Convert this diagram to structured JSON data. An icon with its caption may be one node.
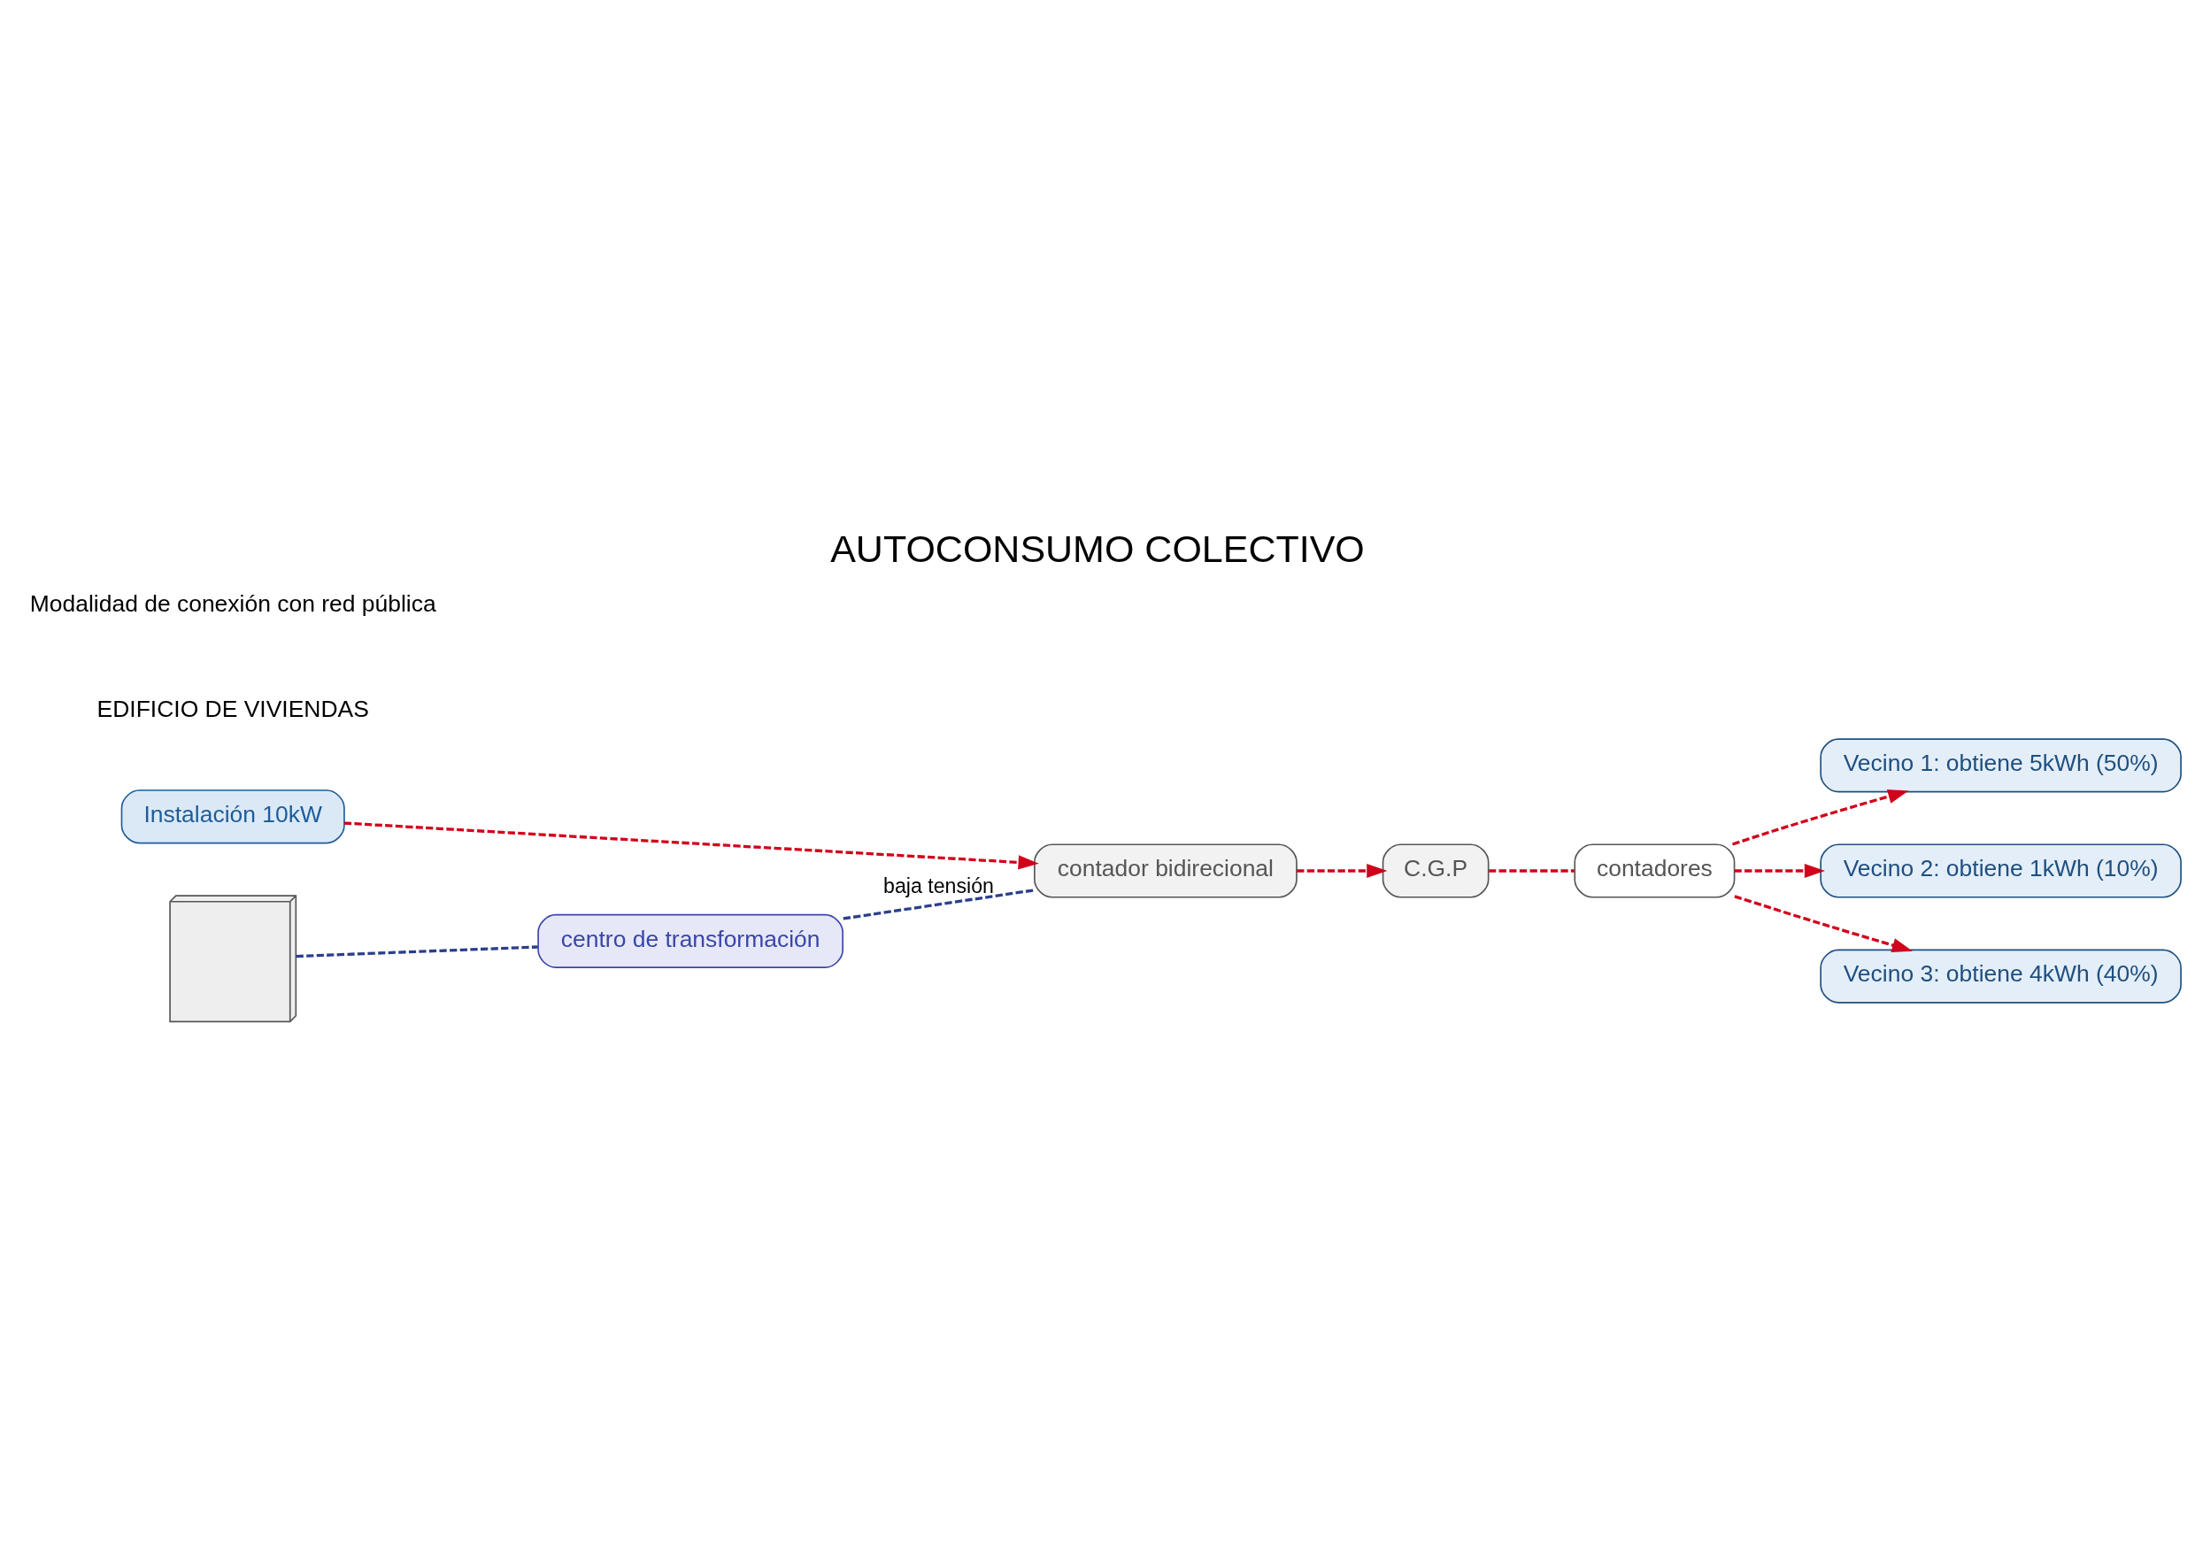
{
  "diagram": {
    "title": "AUTOCONSUMO COLECTIVO",
    "nodes": [
      {
        "text": [
          "Instalación 10kW"
        ]
      },
      {
        "text": [
          "Vecino 1: obtiene 5kWh (50%)"
        ]
      },
      {
        "text": [
          "Vecino 2: obtiene 1kWh (10%)"
        ]
      },
      {
        "text": [
          "Vecino 3: obtiene 4kWh (40%)"
        ]
      },
      {
        "text": [],
        "shape": "picture"
      },
      {
        "text": [
          "centro de transformación"
        ]
      },
      {
        "text": [
          "contador bidirecional"
        ]
      },
      {
        "text": [
          "C.G.P"
        ]
      },
      {
        "text": [
          "contadores"
        ]
      }
    ],
    "edges": [
      {
        "from": 4,
        "to": 5,
        "arrow": "none",
        "style": "dashed",
        "color": "#2b3f8c"
      },
      {
        "from": 5,
        "to": 6,
        "arrow": "none",
        "label": "baja tensión",
        "style": "dashed",
        "color": "#2b3f8c"
      },
      {
        "from": 0,
        "to": 6,
        "arrow": "to",
        "style": "dashed"
      },
      {
        "from": 6,
        "to": 7,
        "arrow": "to",
        "style": "dashed"
      },
      {
        "from": 7,
        "to": 8,
        "arrow": "none",
        "style": "dashed"
      },
      {
        "from": 8,
        "to": 1,
        "arrow": "to",
        "style": "dashed"
      },
      {
        "from": 8,
        "to": 2,
        "arrow": "to",
        "style": "dashed"
      },
      {
        "from": 8,
        "to": 3,
        "arrow": "to",
        "style": "dashed"
      }
    ],
    "labels": [
      "EDIFICIO DE VIVIENDAS",
      "Modalidad de conexión con red pública"
    ]
  }
}
